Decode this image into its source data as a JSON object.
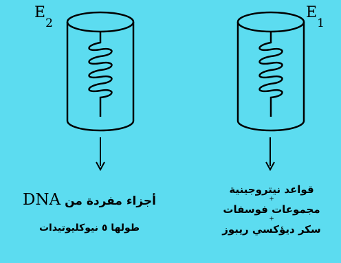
{
  "tubes": [
    {
      "id": "E2",
      "letter": "E",
      "subscript": "2"
    },
    {
      "id": "E1",
      "letter": "E",
      "subscript": "1"
    }
  ],
  "left_result": {
    "line1_arabic": "أجزاء مفردة من",
    "line1_latin": "DNA",
    "line2": "طولها ٥ نيوكليوتيدات"
  },
  "right_result": {
    "item1": "قواعد نيتروجينية",
    "plus1": "+",
    "item2": "مجموعات فوسفات",
    "plus2": "+",
    "item3": "سكر ديؤكسي ريبوز"
  }
}
